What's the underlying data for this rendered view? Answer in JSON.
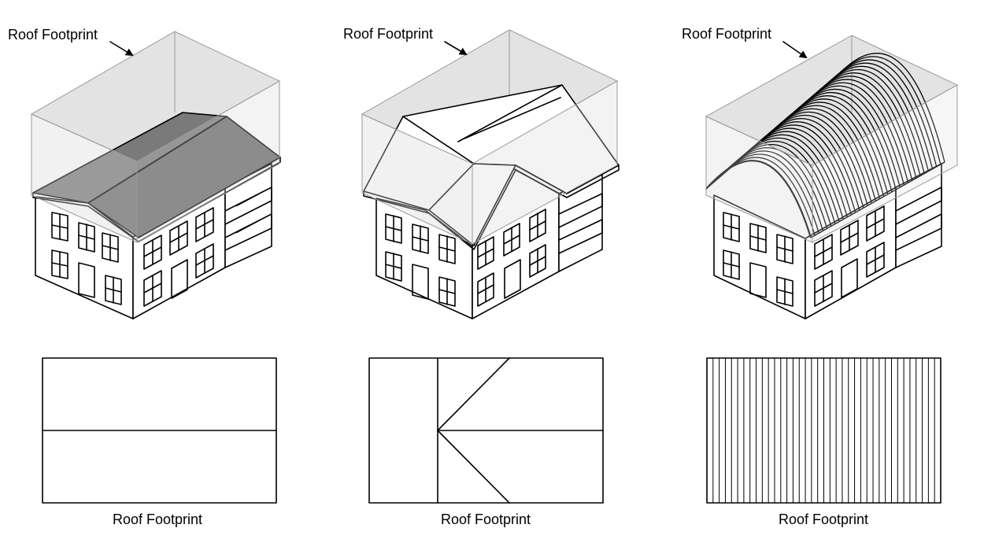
{
  "figure": {
    "panels": [
      {
        "id": "gable",
        "callout_label": "Roof Footprint",
        "caption": "Roof Footprint",
        "roof_type_icon": "gable-roof-icon"
      },
      {
        "id": "cross-gable",
        "callout_label": "Roof Footprint",
        "caption": "Roof Footprint",
        "roof_type_icon": "cross-gable-roof-icon"
      },
      {
        "id": "barrel",
        "callout_label": "Roof Footprint",
        "caption": "Roof Footprint",
        "roof_type_icon": "barrel-roof-icon"
      }
    ],
    "colors": {
      "line": "#000000",
      "ghost_box_fill": "#e3e3e3",
      "ghost_box_edge": "#9a9a9a",
      "gable_roof_fill": "#7a7a7a",
      "background": "#ffffff"
    }
  }
}
